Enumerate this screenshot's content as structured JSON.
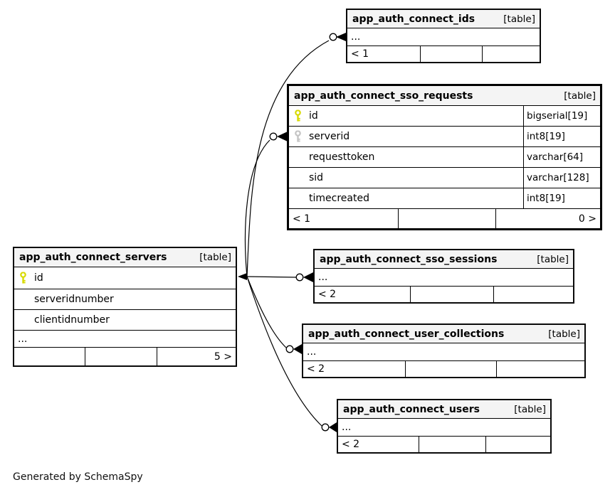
{
  "diagram": {
    "generator_note": "Generated by SchemaSpy",
    "colors": {
      "primary_key": "#d8da00",
      "foreign_key": "#c4c4c4",
      "header_bg": "#f4f4f4",
      "border": "#000000"
    },
    "tables": [
      {
        "name": "app_auth_connect_ids",
        "tag": "[table]",
        "columns": [
          {
            "name": "..."
          }
        ],
        "footer": [
          "< 1",
          "",
          ""
        ]
      },
      {
        "name": "app_auth_connect_sso_requests",
        "tag": "[table]",
        "columns": [
          {
            "key": "primary-key",
            "name": "id",
            "type": "bigserial[19]"
          },
          {
            "key": "foreign-key",
            "name": "serverid",
            "type": "int8[19]"
          },
          {
            "name": "requesttoken",
            "type": "varchar[64]"
          },
          {
            "name": "sid",
            "type": "varchar[128]"
          },
          {
            "name": "timecreated",
            "type": "int8[19]"
          }
        ],
        "footer": [
          "< 1",
          "",
          "0 >"
        ]
      },
      {
        "name": "app_auth_connect_servers",
        "tag": "[table]",
        "columns": [
          {
            "key": "primary-key",
            "name": "id"
          },
          {
            "name": "serveridnumber"
          },
          {
            "name": "clientidnumber"
          },
          {
            "name": "..."
          }
        ],
        "footer": [
          "",
          "",
          "5 >"
        ]
      },
      {
        "name": "app_auth_connect_sso_sessions",
        "tag": "[table]",
        "columns": [
          {
            "name": "..."
          }
        ],
        "footer": [
          "< 2",
          "",
          ""
        ]
      },
      {
        "name": "app_auth_connect_user_collections",
        "tag": "[table]",
        "columns": [
          {
            "name": "..."
          }
        ],
        "footer": [
          "< 2",
          "",
          ""
        ]
      },
      {
        "name": "app_auth_connect_users",
        "tag": "[table]",
        "columns": [
          {
            "name": "..."
          }
        ],
        "footer": [
          "< 2",
          "",
          ""
        ]
      }
    ],
    "relationships": [
      {
        "from": "app_auth_connect_servers.id",
        "to": "app_auth_connect_ids"
      },
      {
        "from": "app_auth_connect_servers.id",
        "to": "app_auth_connect_sso_requests.serverid"
      },
      {
        "from": "app_auth_connect_servers.id",
        "to": "app_auth_connect_sso_sessions"
      },
      {
        "from": "app_auth_connect_servers.id",
        "to": "app_auth_connect_user_collections"
      },
      {
        "from": "app_auth_connect_servers.id",
        "to": "app_auth_connect_users"
      }
    ]
  }
}
